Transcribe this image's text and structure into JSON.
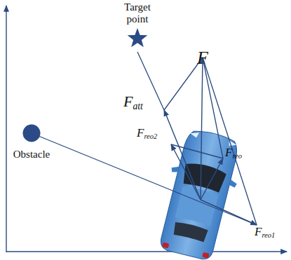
{
  "diagram": {
    "nodes": [
      {
        "text": [
          "Target point"
        ]
      },
      {
        "text": [
          "Obstacle"
        ]
      }
    ],
    "labels": [
      "F",
      "Fatt",
      "Freo2",
      "Freo",
      "Freo1"
    ]
  }
}
